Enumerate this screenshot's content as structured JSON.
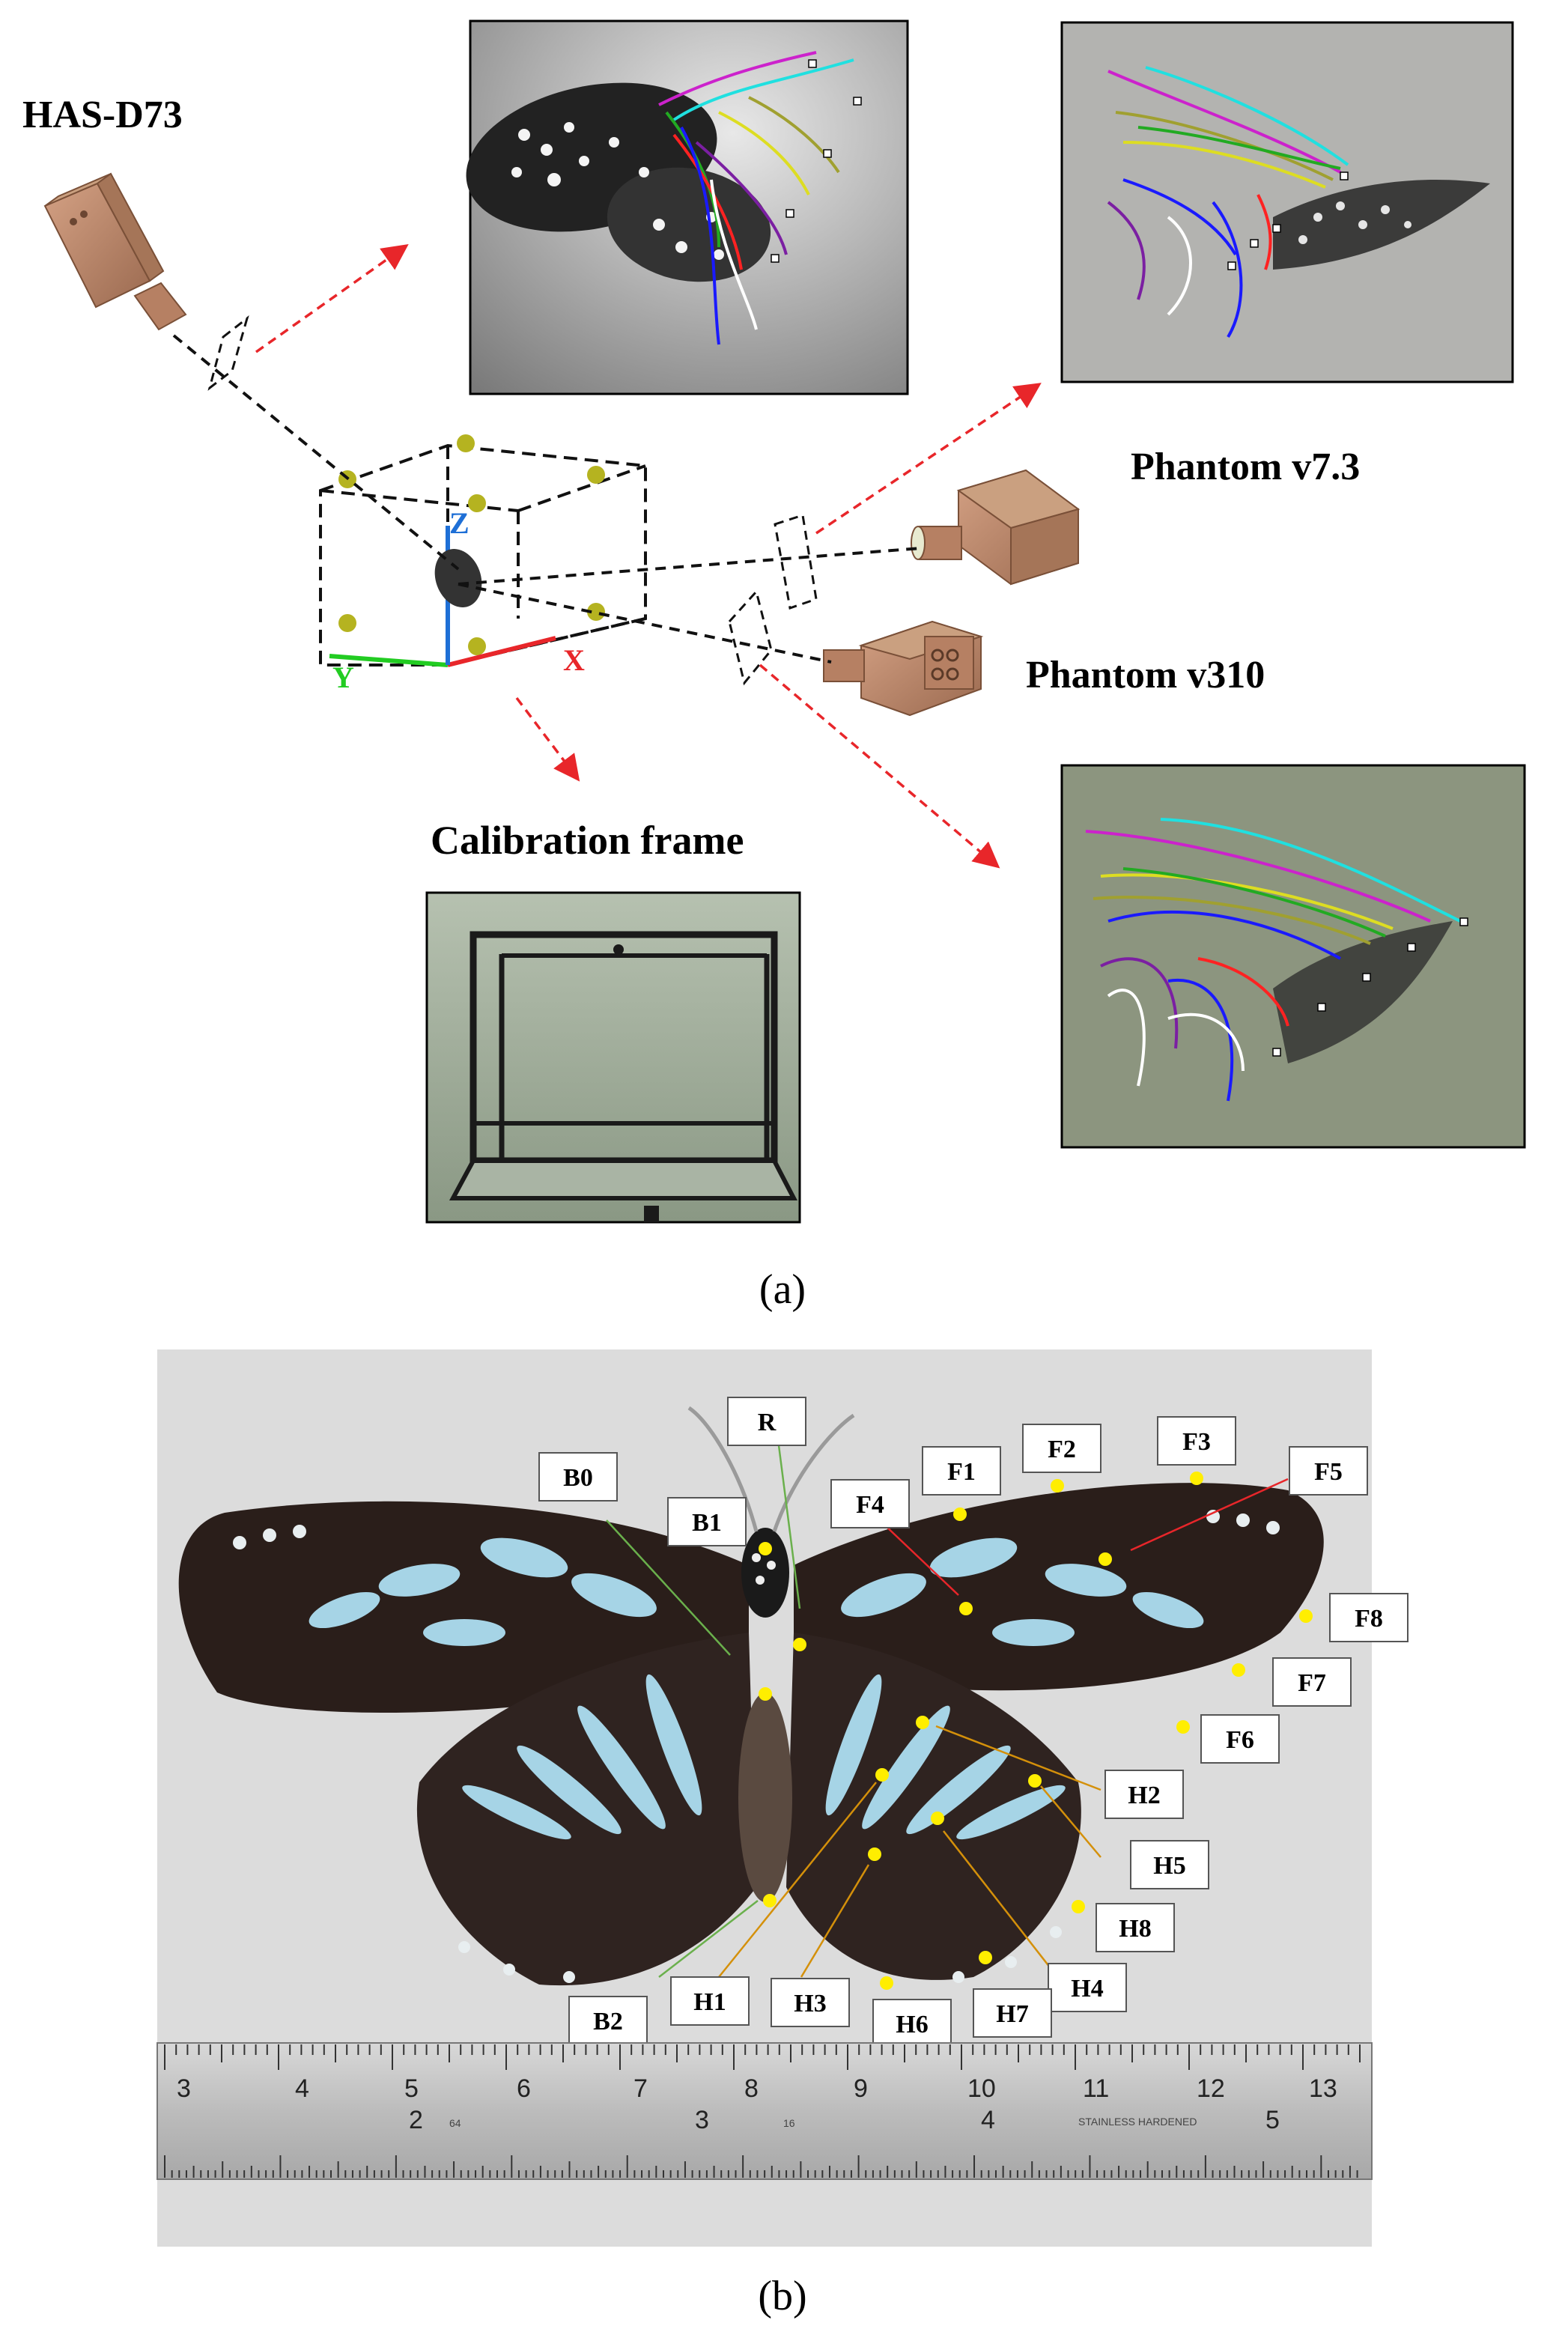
{
  "panel_a": {
    "caption": "(a)",
    "cameras": {
      "has": "HAS-D73",
      "phantom73": "Phantom v7.3",
      "phantom310": "Phantom v310"
    },
    "axes": {
      "x": "X",
      "y": "Y",
      "z": "Z"
    },
    "calibration_label": "Calibration frame"
  },
  "panel_b": {
    "caption": "(b)",
    "points": [
      "R",
      "B0",
      "B1",
      "B2",
      "F1",
      "F2",
      "F3",
      "F4",
      "F5",
      "F6",
      "F7",
      "F8",
      "H1",
      "H2",
      "H3",
      "H4",
      "H5",
      "H6",
      "H7",
      "H8"
    ],
    "ruler_top": [
      "3",
      "4",
      "5",
      "6",
      "7",
      "8",
      "9",
      "10",
      "11",
      "12",
      "13"
    ],
    "ruler_bottom": [
      "2",
      "3",
      "4",
      "5"
    ],
    "ruler_small": [
      "64",
      "16",
      "STAINLESS HARDENED"
    ]
  },
  "colors": {
    "arrow_red": "#e8262a",
    "camera_brown": "#b88466",
    "marker_yellow": "#ffee00",
    "marker_olive": "#b5b320",
    "wing_blue": "#a6d4e6",
    "wing_dark": "#2a1e1a",
    "track_colors": [
      "#20e0e0",
      "#cc22cc",
      "#1a1aff",
      "#22aa22",
      "#dddd22",
      "#ff2222",
      "#a0a030",
      "#ffffff",
      "#7b1fa2",
      "#ff8c00"
    ]
  }
}
